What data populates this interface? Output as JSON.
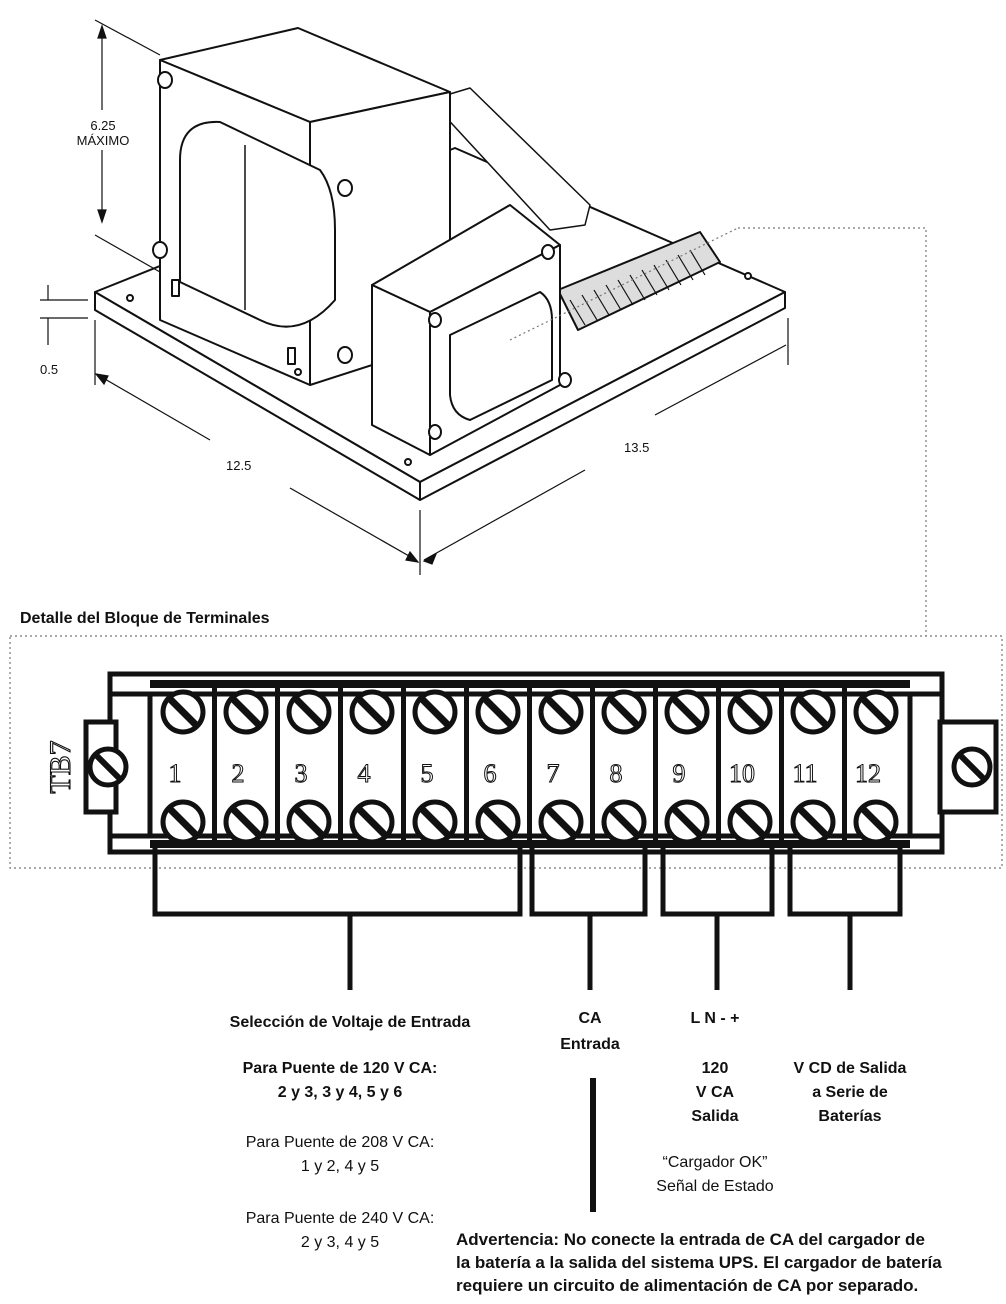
{
  "dimensions": {
    "height_label": "6.25",
    "height_note": "MÁXIMO",
    "base_thickness": "0.5",
    "depth": "12.5",
    "width": "13.5"
  },
  "detail_title": "Detalle del Bloque de Terminales",
  "terminal_block": {
    "id": "TB7",
    "terminals": [
      "1",
      "2",
      "3",
      "4",
      "5",
      "6",
      "7",
      "8",
      "9",
      "10",
      "11",
      "12"
    ]
  },
  "groups": {
    "input_voltage": {
      "title": "Selección de Voltaje de Entrada",
      "jumper_120_title": "Para Puente de 120 V CA:",
      "jumper_120_pairs": "2 y 3, 3 y 4, 5 y 6",
      "jumper_208_title": "Para Puente de 208 V CA:",
      "jumper_208_pairs": "1 y 2, 4 y 5",
      "jumper_240_title": "Para Puente de 240 V CA:",
      "jumper_240_pairs": "2 y 3, 4 y 5"
    },
    "ac_input": {
      "line1": "CA",
      "line2": "Entrada"
    },
    "ac_output": {
      "polarity": "L N - +",
      "line1": "120",
      "line2": "V CA",
      "line3": "Salida",
      "status_line1": "“Cargador OK”",
      "status_line2": "Señal de Estado"
    },
    "dc_output": {
      "line1": "V CD de Salida",
      "line2": "a Serie de",
      "line3": "Baterías"
    }
  },
  "warning": {
    "line1": "Advertencia: No conecte la entrada de CA del cargador de",
    "line2": "la batería a la salida del sistema UPS. El cargador de batería",
    "line3": "requiere un circuito de alimentación de CA por separado."
  },
  "colors": {
    "ink": "#111111",
    "dotted_frame": "#777777",
    "background": "#ffffff"
  }
}
